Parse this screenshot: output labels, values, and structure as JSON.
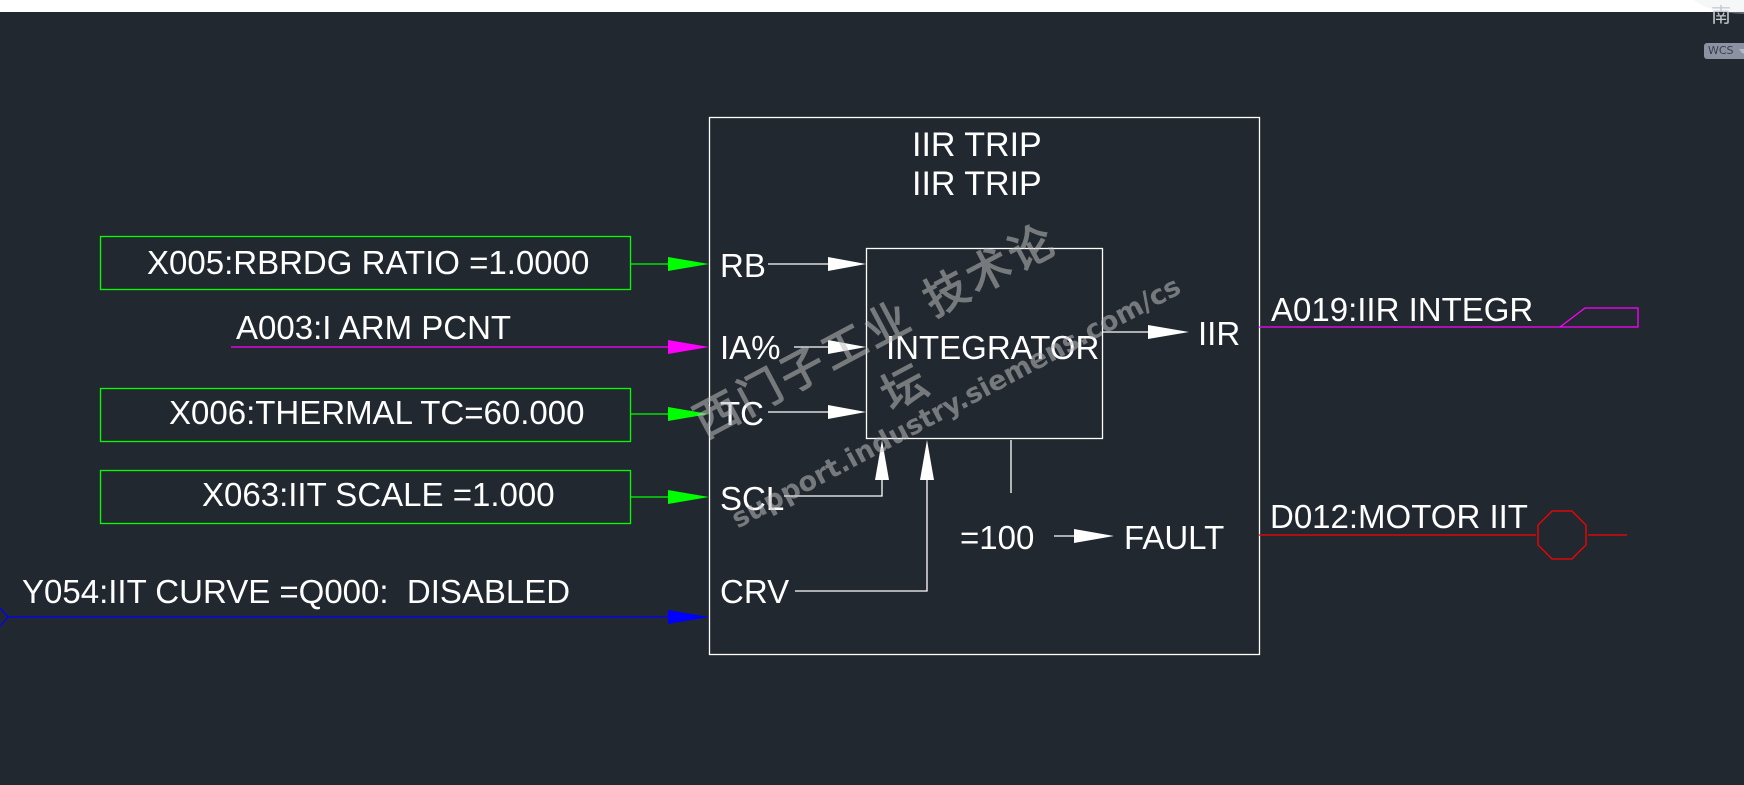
{
  "viewport": {
    "compass_label": "南",
    "ucs_label": "WCS"
  },
  "colors": {
    "background": "#212830",
    "block_line": "#ffffff",
    "param_green": "#00ff00",
    "analog_magenta": "#ff00ff",
    "select_blue": "#0000ff",
    "digital_red": "#ff0000"
  },
  "block": {
    "title_line1": "IIR TRIP",
    "title_line2": "IIR TRIP",
    "function_label": "INTEGRATOR",
    "inputs": [
      {
        "pin": "RB",
        "signal": "X005:RBRDG RATIO =1.0000",
        "kind": "parameter"
      },
      {
        "pin": "IA%",
        "signal": "A003:I ARM PCNT",
        "kind": "analog"
      },
      {
        "pin": "TC",
        "signal": "X006:THERMAL TC=60.000",
        "kind": "parameter"
      },
      {
        "pin": "SCL",
        "signal": "X063:IIT SCALE =1.000",
        "kind": "parameter"
      },
      {
        "pin": "CRV",
        "signal": "Y054:IIT CURVE =Q000:  DISABLED",
        "kind": "selector"
      }
    ],
    "integrator_output_pin": "IIR",
    "compare_label": "=100",
    "fault_pin": "FAULT",
    "outputs": [
      {
        "signal": "A019:IIR INTEGR",
        "kind": "analog"
      },
      {
        "signal": "D012:MOTOR IIT",
        "kind": "digital"
      }
    ]
  },
  "watermark": {
    "line1": "西门子工业 技术论坛",
    "line2": "support.industry.siemens.com/cs"
  }
}
